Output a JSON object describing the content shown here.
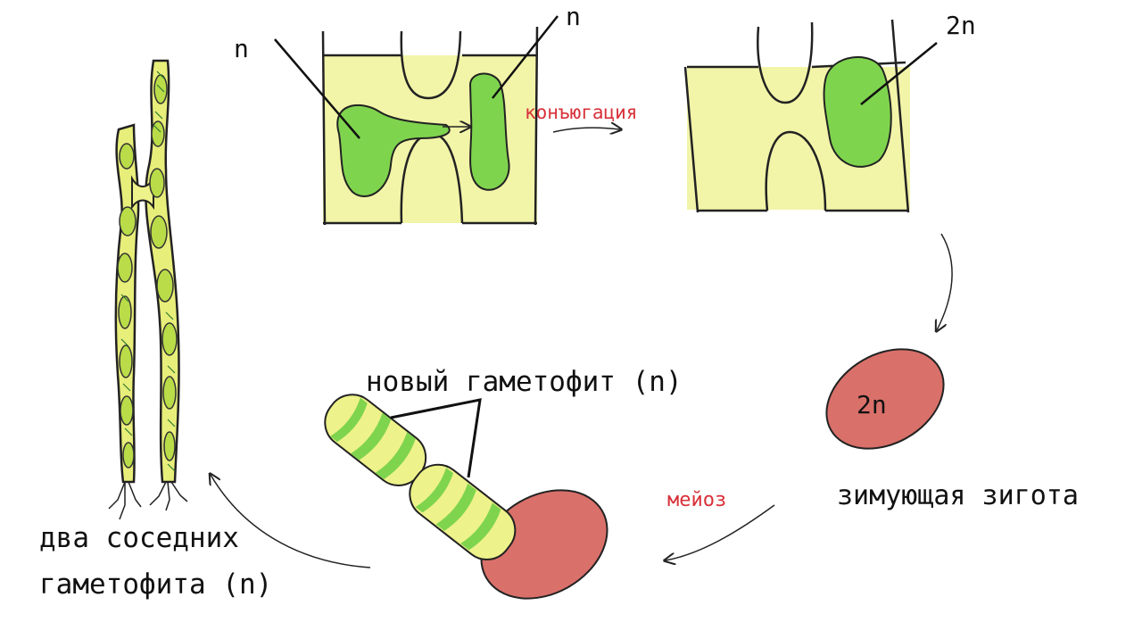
{
  "labels": {
    "n_left": "n",
    "n_right": "n",
    "two_n_top": "2n",
    "conjugation": "конъюгация",
    "two_n_zygote": "2n",
    "wintering_zygote": "зимующая зигота",
    "meiosis": "мейоз",
    "new_gametophyte": "новый гаметофит (n)",
    "two_gametophytes_line1": "два соседних",
    "two_gametophytes_line2": "гаметофита (n)"
  },
  "colors": {
    "cell_yellow": "#eef28a",
    "chloroplast_green": "#7fd44e",
    "zygote_red": "#d9706a",
    "annotation_red": "#d8323a",
    "outline": "#222222"
  }
}
